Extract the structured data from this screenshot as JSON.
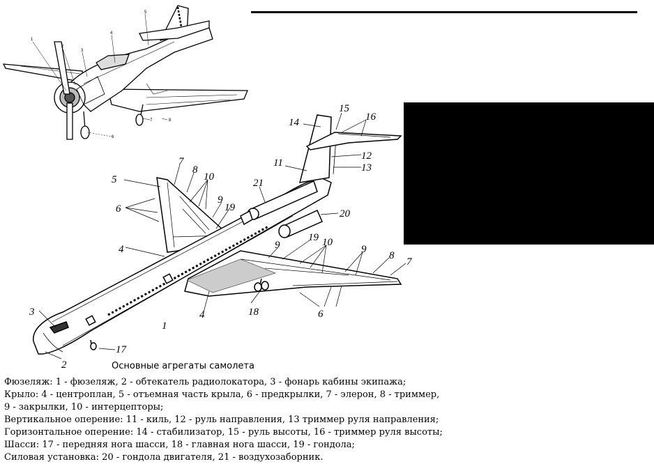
{
  "colors": {
    "ink": "#000000",
    "paper": "#ffffff",
    "block": "#000000"
  },
  "caption": "Основные агрегаты самолета",
  "legend": [
    "Фюзеляж: 1 - фюзеляж, 2 - обтекатель радиолокатора, 3 - фонарь кабины экипажа;",
    "Крыло: 4 - центроплан, 5 - отъемная часть крыла, 6 - предкрылки, 7 - элерон, 8 - триммер,",
    "9 - закрылки, 10 - интерцепторы;",
    "Вертикальное оперение: 11 - киль, 12 - руль направления, 13 триммер руля направления;",
    "Горизонтальное оперение: 14 - стабилизатор, 15 - руль высоты, 16 - триммер руля высоты;",
    "Шасси: 17 - передняя нога шасси, 18 - главная нога шасси, 19 - гондола;",
    "Силовая установка: 20 - гондола двигателя, 21 - воздухозаборник."
  ],
  "small_plane_labels": [
    "1",
    "2",
    "3",
    "4",
    "5",
    "6",
    "7",
    "8"
  ],
  "jet_labels": {
    "n1": "1",
    "n2": "2",
    "n3": "3",
    "n4a": "4",
    "n4b": "4",
    "n5": "5",
    "n6a": "6",
    "n6b": "6",
    "n7a": "7",
    "n7b": "7",
    "n8a": "8",
    "n8b": "8",
    "n9a": "9",
    "n9b": "9",
    "n9c": "9",
    "n10a": "10",
    "n10b": "10",
    "n11": "11",
    "n12": "12",
    "n13": "13",
    "n14": "14",
    "n15": "15",
    "n16": "16",
    "n17": "17",
    "n18": "18",
    "n19a": "19",
    "n19b": "19",
    "n20": "20",
    "n21": "21"
  }
}
